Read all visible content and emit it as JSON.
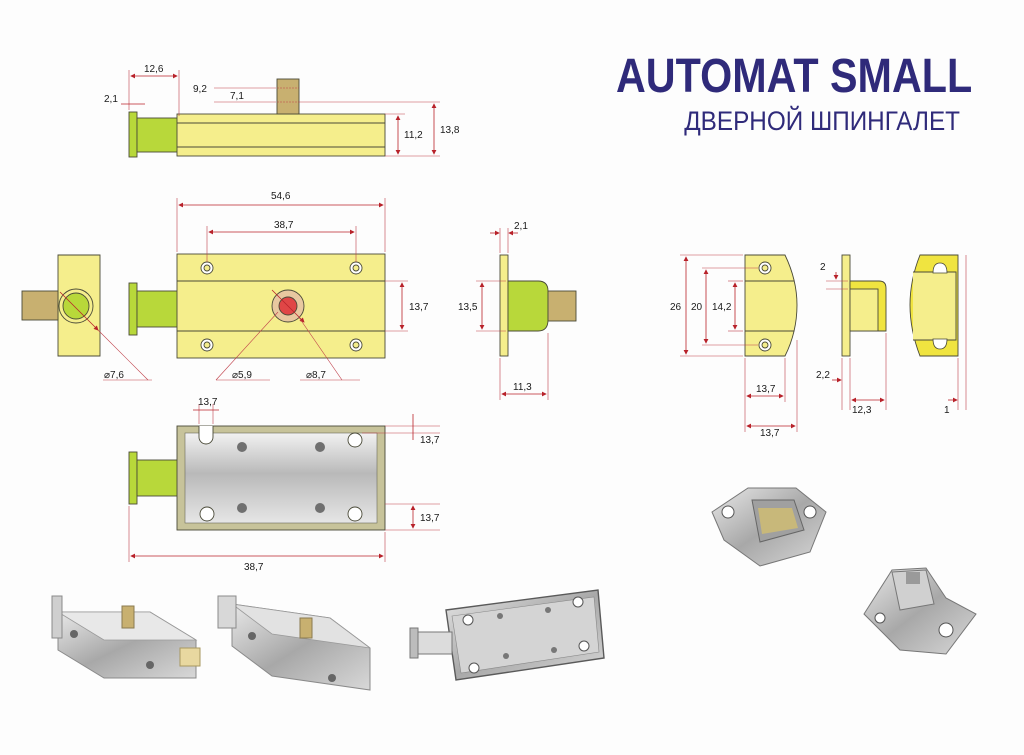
{
  "header": {
    "title": "AUTOMAT SMALL",
    "subtitle": "ДВЕРНОЙ ШПИНГАЛЕТ"
  },
  "colors": {
    "title": "#2f2a7a",
    "body_yellow": "#f5ee8c",
    "bolt_green": "#b8d83a",
    "dimension_line": "#b8222a",
    "plate_grey": "#cfcfcf",
    "hole_red": "#e04646"
  },
  "drawings": {
    "top_view": {
      "dims": {
        "bolt_length": "12,6",
        "end_thickness": "2,1",
        "knob_height": "9,2",
        "knob_width": "7,1",
        "body_height": "11,2",
        "overall_height": "13,8"
      }
    },
    "front_view": {
      "dims": {
        "overall_length": "54,6",
        "hole_spacing": "38,7",
        "body_height": "13,7",
        "keeper_bore": "⌀7,6",
        "knob_bore": "⌀5,9",
        "knob_ring": "⌀8,7"
      }
    },
    "side_view": {
      "dims": {
        "flange": "2,1",
        "height": "13,5",
        "depth": "11,3"
      }
    },
    "bottom_view": {
      "dims": {
        "slot_width": "13,7",
        "hole_offset_top": "13,7",
        "hole_offset_bottom": "13,7",
        "base_length": "38,7"
      }
    },
    "keeper_front": {
      "dims": {
        "overall": "26",
        "outer_hole": "20",
        "inner_hole": "14,2",
        "width_a": "13,7",
        "width_b": "13,7"
      }
    },
    "keeper_side": {
      "dims": {
        "top": "2",
        "bottom": "2,2",
        "depth": "12,3",
        "thickness": "1"
      }
    }
  },
  "photos": [
    {
      "name": "bolt-photo-1",
      "icon": "latch-photo"
    },
    {
      "name": "bolt-photo-2",
      "icon": "latch-photo"
    },
    {
      "name": "bolt-photo-3",
      "icon": "latch-photo"
    },
    {
      "name": "keeper-photo-1",
      "icon": "keeper-photo"
    },
    {
      "name": "keeper-photo-2",
      "icon": "keeper-photo"
    }
  ]
}
